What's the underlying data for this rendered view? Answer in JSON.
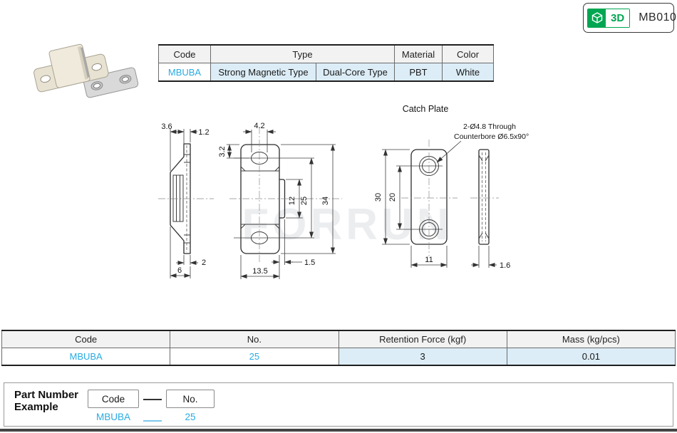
{
  "header": {
    "code": "MB010",
    "badge_3d_label": "3D"
  },
  "product_table": {
    "col_code": "Code",
    "col_type": "Type",
    "col_material": "Material",
    "col_color": "Color",
    "row": {
      "code": "MBUBA",
      "type_a": "Strong Magnetic Type",
      "type_b": "Dual-Core Type",
      "material": "PBT",
      "color": "White"
    }
  },
  "drawing": {
    "catch_plate_title": "Catch Plate",
    "annotation": {
      "line1": "2-Ø4.8 Through",
      "line2": "Counterbore Ø6.5x90°"
    },
    "watermark": "FORRUN",
    "dims": {
      "side": {
        "d1": "3.6",
        "d2": "1.2",
        "d3": "2",
        "d4": "6"
      },
      "front": {
        "w_hole": "4.2",
        "h_top": "3.2",
        "h_roller": "12",
        "h_holes": "25",
        "h_total": "34",
        "roller_depth": "1.5",
        "w_total": "13.5"
      },
      "plate": {
        "h_total": "30",
        "h_holes": "20",
        "w_total": "11",
        "thickness": "1.6"
      }
    }
  },
  "order_table": {
    "headers": [
      "Code",
      "No.",
      "Retention Force (kgf)",
      "Mass (kg/pcs)"
    ],
    "row": [
      "MBUBA",
      "25",
      "3",
      "0.01"
    ]
  },
  "part_number_example": {
    "title_line1": "Part Number",
    "title_line2": "Example",
    "code_label": "Code",
    "no_label": "No.",
    "code_value": "MBUBA",
    "no_value": "25"
  },
  "colors": {
    "accent_blue": "#29ABE2",
    "green": "#00A651",
    "cell_blue": "#DCEDF7",
    "header_gray": "#F2F2F2"
  }
}
